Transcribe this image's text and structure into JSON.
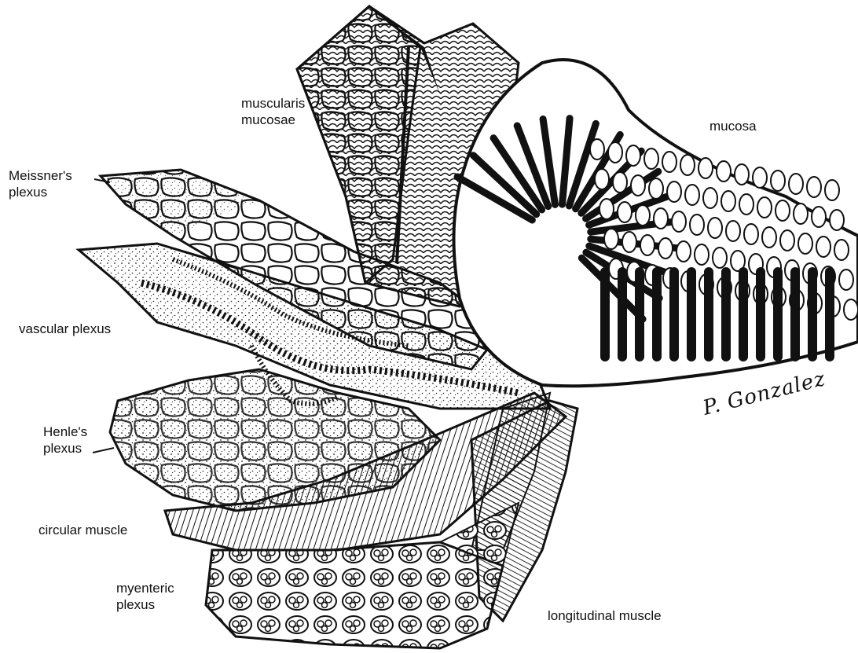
{
  "labels": {
    "muscularis_mucosae": [
      "muscularis",
      "mucosae"
    ],
    "mucosa": "mucosa",
    "meissners_plexus": [
      "Meissner's",
      "plexus"
    ],
    "vascular_plexus": "vascular plexus",
    "henles_plexus": [
      "Henle's",
      "plexus"
    ],
    "circular_muscle": "circular muscle",
    "myenteric_plexus": [
      "myenteric",
      "plexus"
    ],
    "longitudinal_muscle": "longitudinal muscle"
  },
  "signature": "P. Gonzalez",
  "colors": {
    "ink": "#111111",
    "paper": "#ffffff"
  }
}
